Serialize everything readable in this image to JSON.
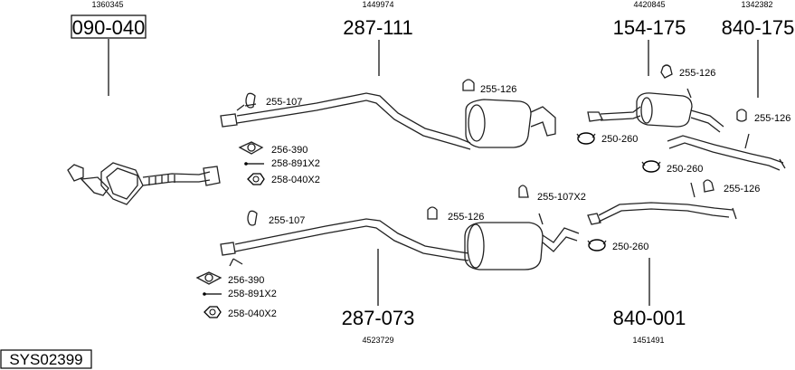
{
  "diagram_code": "SYS02399",
  "parts": {
    "p090_040": {
      "number": "090-040",
      "ref": "1360345"
    },
    "p287_111": {
      "number": "287-111",
      "ref": "1449974"
    },
    "p154_175": {
      "number": "154-175",
      "ref": "4420845"
    },
    "p840_175": {
      "number": "840-175",
      "ref": "1342382"
    },
    "p287_073": {
      "number": "287-073",
      "ref": "4523729"
    },
    "p840_001": {
      "number": "840-001",
      "ref": "1451491"
    }
  },
  "hardware": {
    "a": "255-107",
    "b": "256-390",
    "c": "258-891X2",
    "d": "258-040X2",
    "e": "255-126",
    "f": "255-126",
    "g": "250-260",
    "h": "255-126",
    "i": "250-260",
    "j": "255-126",
    "k": "255-107",
    "l": "256-390",
    "m": "258-891X2",
    "n": "258-040X2",
    "o": "255-126",
    "p": "255-107X2",
    "q": "250-260"
  }
}
